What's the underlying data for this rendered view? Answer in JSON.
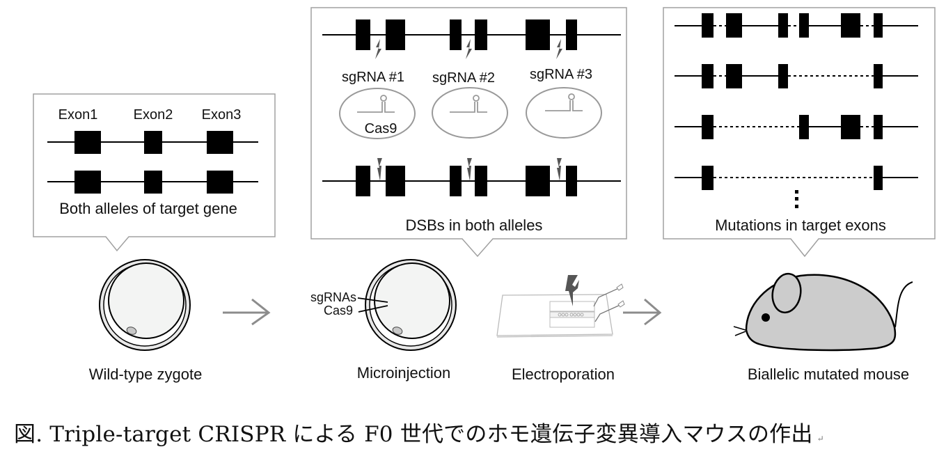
{
  "panels": {
    "left": {
      "exon_labels": [
        "Exon1",
        "Exon2",
        "Exon3"
      ],
      "caption": "Both alleles of target gene"
    },
    "middle": {
      "sgrna_labels": [
        "sgRNA #1",
        "sgRNA #2",
        "sgRNA #3"
      ],
      "cas9_label": "Cas9",
      "caption": "DSBs in both alleles"
    },
    "right": {
      "caption": "Mutations in target exons",
      "ellipsis": "⋮"
    }
  },
  "steps": {
    "zygote": "Wild-type zygote",
    "microinjection": "Microinjection",
    "electroporation": "Electroporation",
    "mouse": "Biallelic mutated mouse",
    "injection_labels": [
      "sgRNAs",
      "Cas9"
    ]
  },
  "caption": {
    "text": "図.  Triple-target CRISPR による F0 世代でのホモ遺伝子変異導入マウスの作出",
    "return_mark": "↵"
  },
  "colors": {
    "exon": "#000000",
    "box_border": "#a0a0a0",
    "arrow": "#8c8c8c",
    "lightning": "#555555",
    "mouse_body": "#cccccc",
    "zygote_fill": "#f3f4f3"
  }
}
